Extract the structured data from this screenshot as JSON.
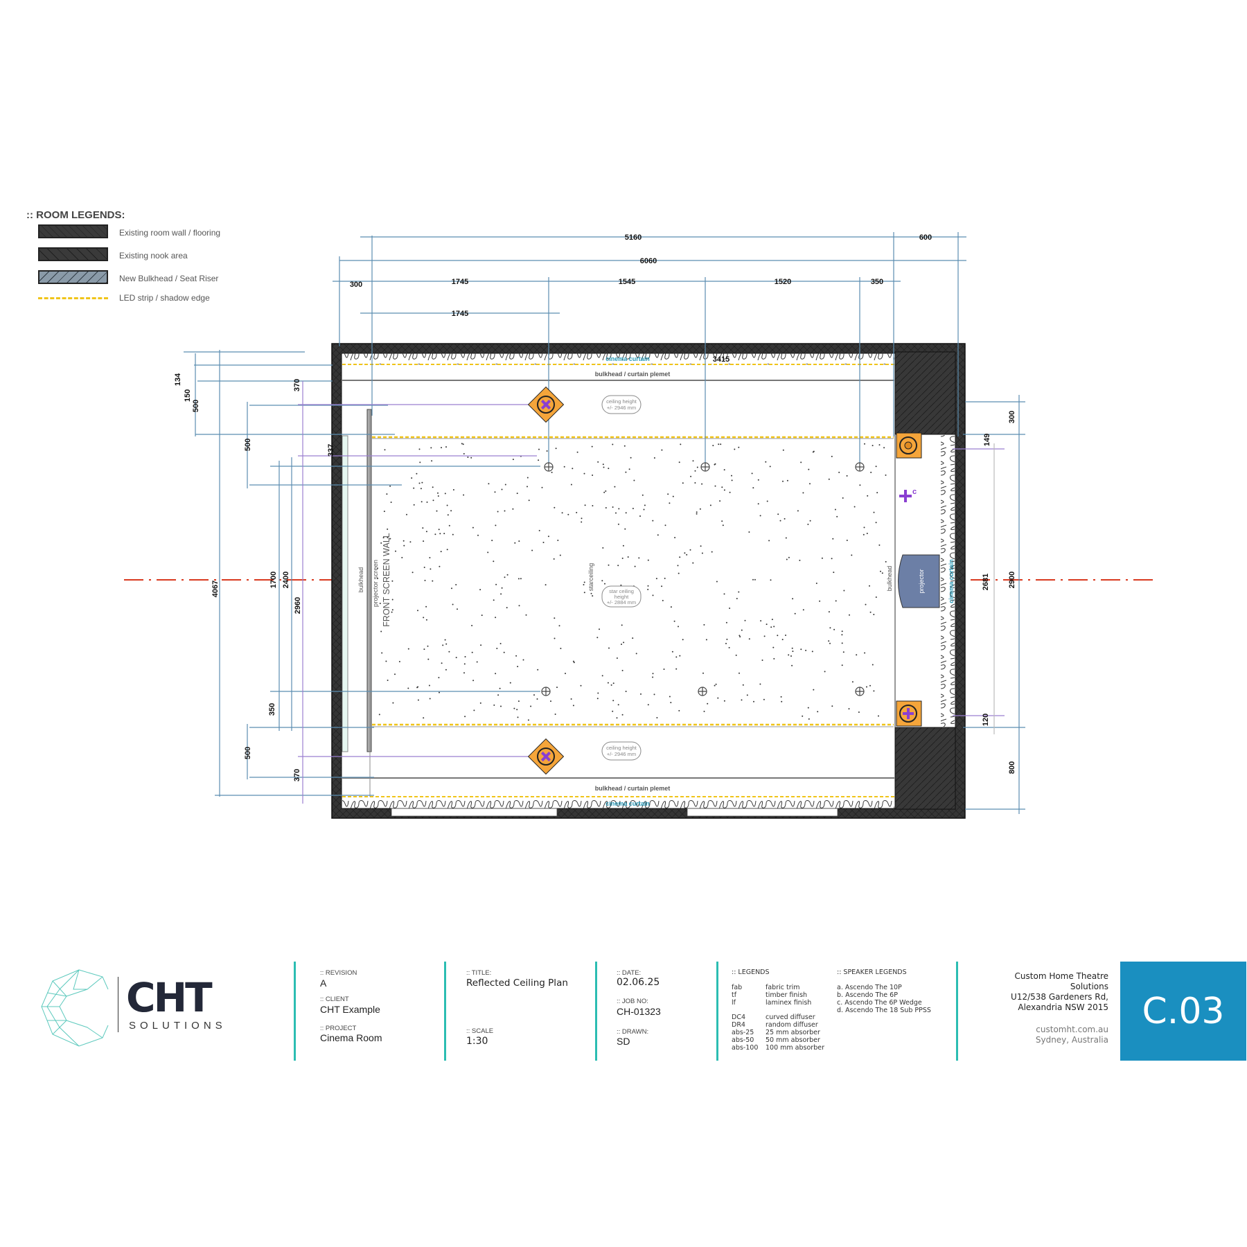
{
  "room_legends": {
    "title": ":: ROOM LEGENDS:",
    "items": [
      {
        "label": "Existing room wall / flooring"
      },
      {
        "label": "Existing nook area"
      },
      {
        "label": "New Bulkhead / Seat Riser"
      },
      {
        "label": "LED strip / shadow edge"
      }
    ]
  },
  "colors": {
    "accent_teal": "#2bbdb2",
    "sheet_blue": "#1a8fc0",
    "dim_blue": "#5b8db0",
    "dim_purple": "#9b7fd0",
    "centerline_red": "#d9381e",
    "led_yellow": "#f0c419",
    "speaker_orange": "#f5a53a",
    "wall_dark": "#333333"
  },
  "plan": {
    "labels": {
      "cinema_curtain_top": "cinema curtain",
      "cinema_curtain_bottom": "cinema curtain",
      "cinema_curtain_right": "cinema curtain",
      "bulkhead_top": "bulkhead / curtain plemet",
      "bulkhead_bottom": "bulkhead / curtain plemet",
      "bulkhead_left": "bulkhead",
      "bulkhead_right": "bulkhead",
      "projector_screen": "projector screen",
      "front_screen_wall": "FRONT SCREEN WALL",
      "starceiling": "starceiling",
      "projector": "projector",
      "ceiling_height_top": [
        "ceiling height",
        "+/- 2946 mm"
      ],
      "ceiling_height_bottom": [
        "ceiling height",
        "+/- 2946 mm"
      ],
      "star_ceiling_height": [
        "star ceiling",
        "height",
        "+/- 2884 mm"
      ],
      "speaker_tag": "c"
    },
    "dimensions": {
      "top": {
        "d5160": "5160",
        "d600": "600",
        "d6060": "6060",
        "d300": "300",
        "d1745a": "1745",
        "d1545": "1545",
        "d1520": "1520",
        "d350": "350",
        "d1745b": "1745",
        "d3415": "3415"
      },
      "left": {
        "d134": "134",
        "d150": "150",
        "d500a": "500",
        "d370a": "370",
        "d500b": "500",
        "d337": "337",
        "d4067": "4067",
        "d1700": "1700",
        "d2400": "2400",
        "d2960": "2960",
        "d350": "350",
        "d500c": "500",
        "d370b": "370"
      },
      "right": {
        "d300": "300",
        "d149": "149",
        "d2681": "2681",
        "d2900": "2900",
        "d120": "120",
        "d800": "800"
      }
    }
  },
  "title_block": {
    "logo": {
      "brand": "CHT",
      "sub": "SOLUTIONS"
    },
    "revision_label": ":: REVISION",
    "revision": "A",
    "client_label": ":: CLIENT",
    "client": "CHT Example",
    "project_label": ":: PROJECT",
    "project": "Cinema Room",
    "title_label": ":: TITLE:",
    "title": "Reflected Ceiling Plan",
    "scale_label": ":: SCALE",
    "scale": "1:30",
    "date_label": ":: DATE:",
    "date": "02.06.25",
    "job_label": ":: JOB NO:",
    "job": "CH-01323",
    "drawn_label": ":: DRAWN:",
    "drawn": "SD",
    "legends_label": ":: LEGENDS",
    "legends": [
      {
        "code": "fab",
        "desc": "fabric trim"
      },
      {
        "code": "tf",
        "desc": "timber finish"
      },
      {
        "code": "lf",
        "desc": "laminex finish"
      },
      {
        "code": "DC4",
        "desc": "curved diffuser"
      },
      {
        "code": "DR4",
        "desc": "random diffuser"
      },
      {
        "code": "abs-25",
        "desc": "25 mm absorber"
      },
      {
        "code": "abs-50",
        "desc": "50 mm absorber"
      },
      {
        "code": "abs-100",
        "desc": "100 mm absorber"
      }
    ],
    "speaker_legends_label": ":: SPEAKER LEGENDS",
    "speaker_legends": [
      "a. Ascendo The 10P",
      "b. Ascendo The 6P",
      "c. Ascendo The 6P Wedge",
      "d. Ascendo The 18 Sub PPSS"
    ],
    "company": [
      "Custom Home Theatre",
      "Solutions",
      "U12/538 Gardeners Rd,",
      "Alexandria NSW 2015"
    ],
    "website": "customht.com.au",
    "location": "Sydney, Australia",
    "sheet_number": "C.03"
  }
}
